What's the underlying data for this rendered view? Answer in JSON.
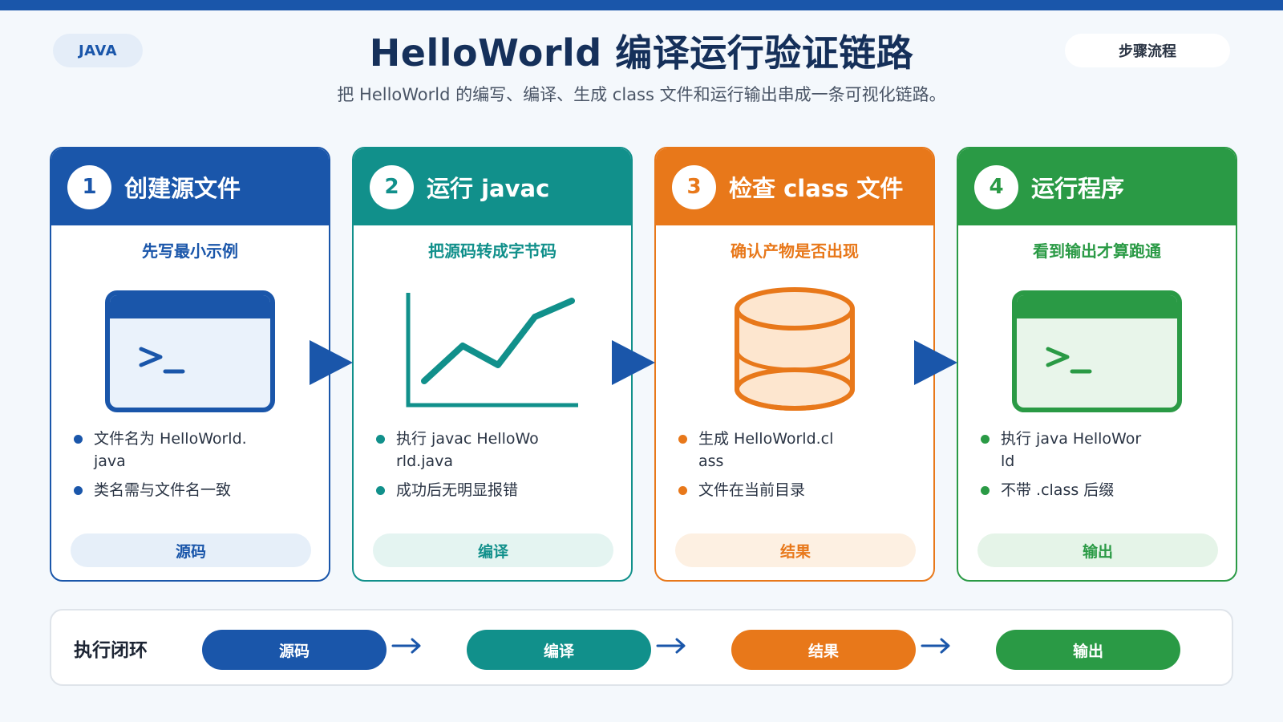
{
  "header": {
    "tag_left": "JAVA",
    "tag_right": "步骤流程",
    "title": "HelloWorld 编译运行验证链路",
    "subtitle": "把 HelloWorld 的编写、编译、生成 class 文件和运行输出串成一条可视化链路。"
  },
  "steps": [
    {
      "number": "1",
      "title": "创建源文件",
      "subtitle": "先写最小示例",
      "icon": "terminal-window-icon",
      "bullets": [
        "文件名为 HelloWorld.\njava",
        "类名需与文件名一致"
      ],
      "pill": "源码",
      "color": "#1a56aa",
      "pill_bg": "#e6eff9"
    },
    {
      "number": "2",
      "title": "运行 javac",
      "subtitle": "把源码转成字节码",
      "icon": "line-chart-icon",
      "bullets": [
        "执行 javac HelloWo\nrld.java",
        "成功后无明显报错"
      ],
      "pill": "编译",
      "color": "#11908b",
      "pill_bg": "#e4f4f1"
    },
    {
      "number": "3",
      "title": "检查 class 文件",
      "subtitle": "确认产物是否出现",
      "icon": "database-cylinder-icon",
      "bullets": [
        "生成 HelloWorld.cl\nass",
        "文件在当前目录"
      ],
      "pill": "结果",
      "color": "#e8781a",
      "pill_bg": "#fdf0e2"
    },
    {
      "number": "4",
      "title": "运行程序",
      "subtitle": "看到输出才算跑通",
      "icon": "terminal-window-icon",
      "bullets": [
        "执行 java HelloWor\nld",
        "不带 .class 后缀"
      ],
      "pill": "输出",
      "color": "#2a9a45",
      "pill_bg": "#e5f4e8"
    }
  ],
  "loop": {
    "label": "执行闭环",
    "items": [
      "源码",
      "编译",
      "结果",
      "输出"
    ],
    "colors": [
      "#1a56aa",
      "#11908b",
      "#e8781a",
      "#2a9a45"
    ]
  },
  "arrow_color": "#1a56aa",
  "loop_arrow_color": "#1a56aa"
}
